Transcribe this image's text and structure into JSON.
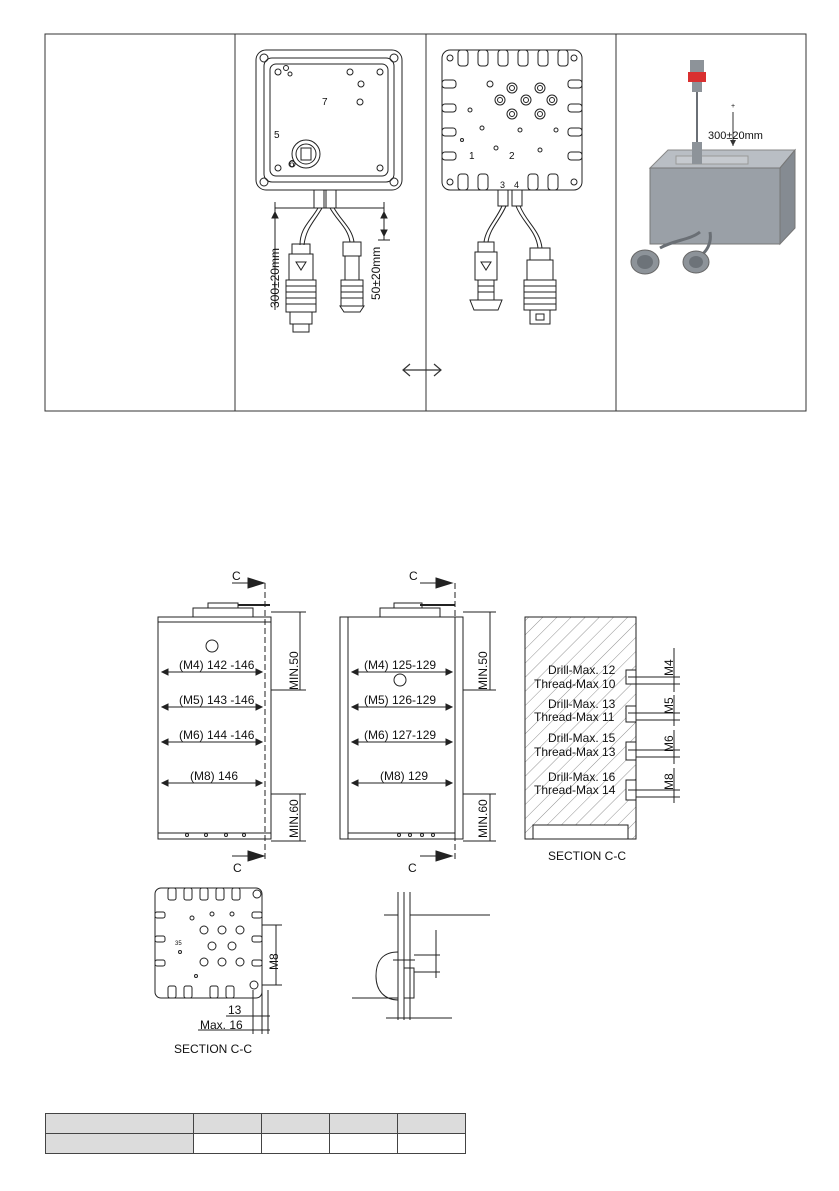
{
  "view_top": {
    "numbers": [
      "7",
      "5",
      "6",
      "1",
      "2",
      "3",
      "4"
    ],
    "cable_left_length": "300±20mm",
    "cable_right_length": "50±20mm",
    "photo_cable_length": "300±20mm",
    "photo_tick": "+"
  },
  "section_views": {
    "marker": "C",
    "left_block": {
      "dims": [
        "(M4) 142 -146",
        "(M5) 143 -146",
        "(M6) 144 -146",
        "(M8) 146"
      ],
      "min_top": "MIN.50",
      "min_bottom": "MIN.60"
    },
    "right_block": {
      "dims": [
        "(M4) 125-129",
        "(M5) 126-129",
        "(M6) 127-129",
        "(M8) 129"
      ],
      "min_top": "MIN.50",
      "min_bottom": "MIN.60"
    },
    "section_cc": {
      "rows": [
        {
          "drill": "Drill-Max. 12",
          "thread": "Thread-Max 10",
          "size": "M4"
        },
        {
          "drill": "Drill-Max. 13",
          "thread": "Thread-Max 11",
          "size": "M5"
        },
        {
          "drill": "Drill-Max. 15",
          "thread": "Thread-Max 13",
          "size": "M6"
        },
        {
          "drill": "Drill-Max. 16",
          "thread": "Thread-Max 14",
          "size": "M8"
        }
      ],
      "caption": "SECTION C-C"
    },
    "bottom_left": {
      "size": "M8",
      "dim_13": "13",
      "dim_max16": "Max. 16",
      "caption": "SECTION C-C",
      "small_label": "35"
    }
  }
}
